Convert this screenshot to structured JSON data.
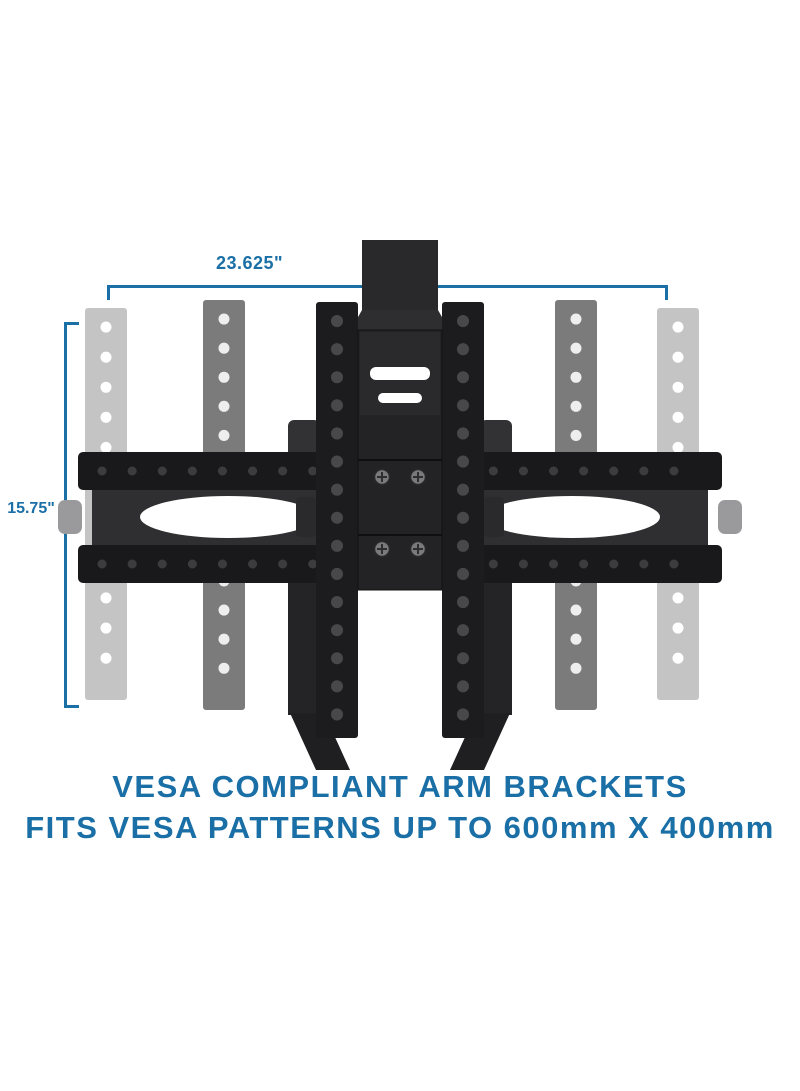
{
  "colors": {
    "accent": "#1a6fa6",
    "bracket_dark": "#1c1c1e"
  },
  "dimension_annotations": {
    "width": "23.625\"",
    "height": "15.75\""
  },
  "caption": {
    "line1": "VESA COMPLIANT ARM BRACKETS",
    "line2": "FITS VESA PATTERNS UP TO 600mm X 400mm"
  }
}
